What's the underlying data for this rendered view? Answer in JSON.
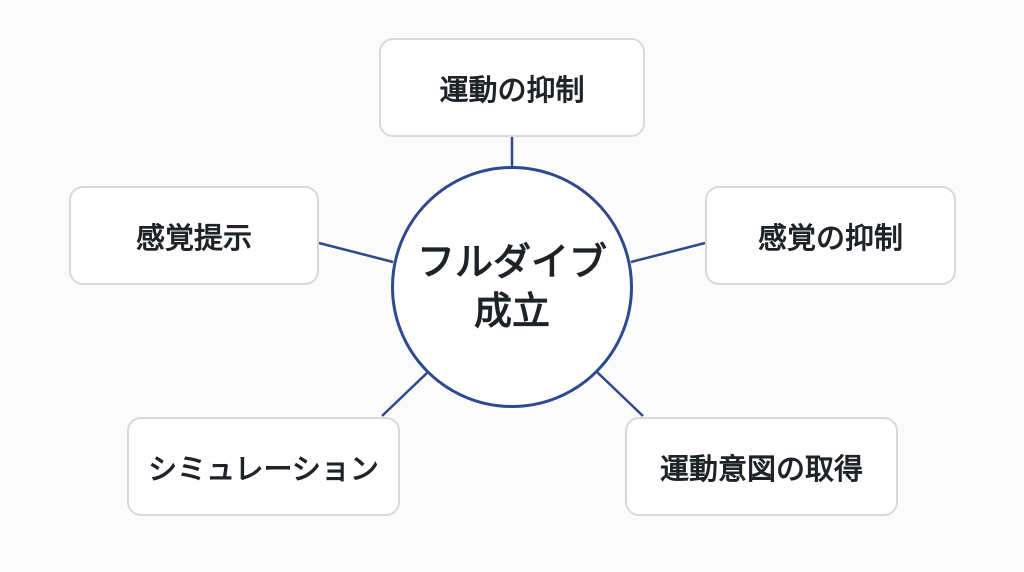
{
  "center": {
    "line1": "フルダイブ",
    "line2": "成立"
  },
  "nodes": {
    "top": "運動の抑制",
    "left": "感覚提示",
    "right": "感覚の抑制",
    "bottom_left": "シミュレーション",
    "bottom_right": "運動意図の取得"
  },
  "colors": {
    "line": "#2c4a8c",
    "box_border": "#d6d9de",
    "text": "#1f2328"
  }
}
